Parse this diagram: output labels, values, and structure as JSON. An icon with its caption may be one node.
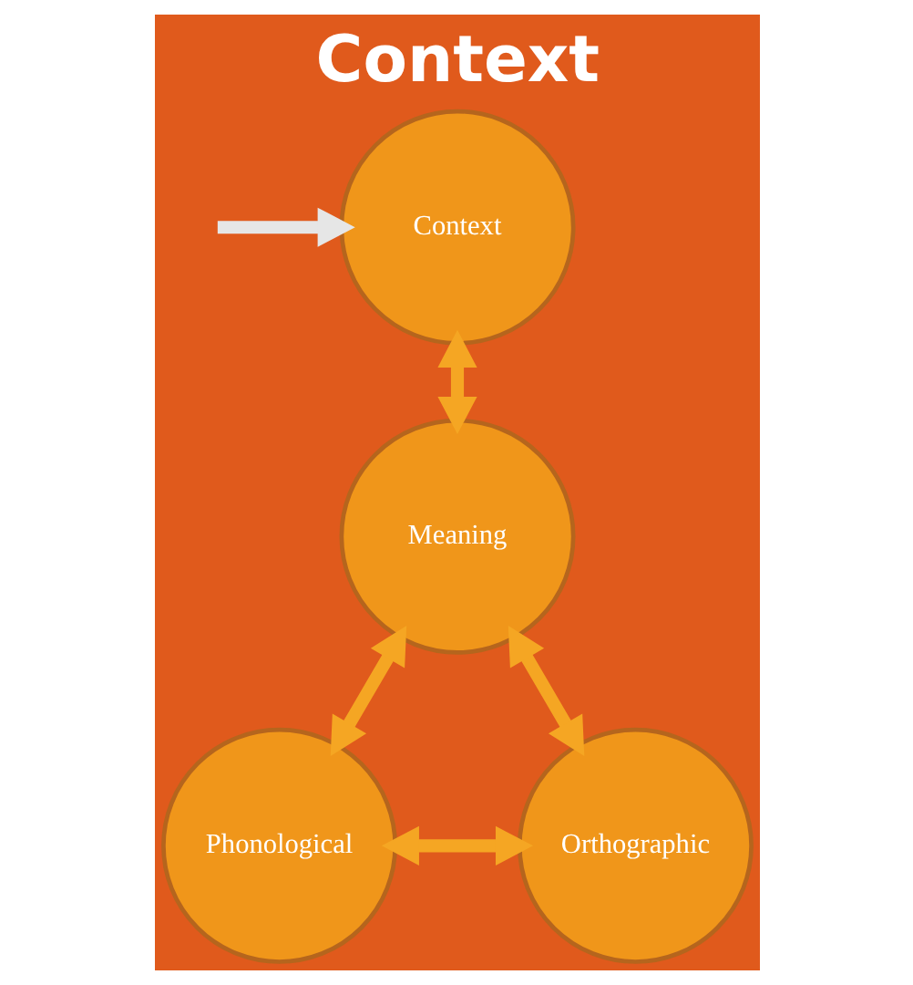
{
  "diagram": {
    "title": "Context",
    "nodes": [
      {
        "text": [
          "Context"
        ]
      },
      {
        "text": [
          "Meaning"
        ]
      },
      {
        "text": [
          "Phonological"
        ]
      },
      {
        "text": [
          "Orthographic"
        ]
      }
    ],
    "edges": [
      {
        "from": null,
        "to": 0,
        "arrow": "to",
        "color": "#e6e6e6"
      },
      {
        "from": 0,
        "to": 1,
        "arrow": "both"
      },
      {
        "from": 1,
        "to": 2,
        "arrow": "both"
      },
      {
        "from": 1,
        "to": 3,
        "arrow": "both"
      },
      {
        "from": 2,
        "to": 3,
        "arrow": "both"
      }
    ]
  }
}
